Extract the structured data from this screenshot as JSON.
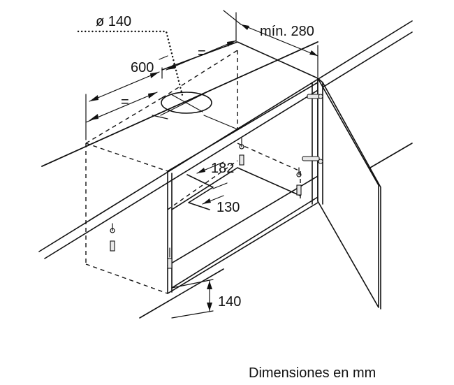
{
  "dimensions": {
    "duct_diameter": "ø 140",
    "min_depth": "mín. 280",
    "width": "600",
    "equal_left": "=",
    "equal_right": "=",
    "cutout_depth": "182",
    "cutout_width": "130",
    "height": "140"
  },
  "caption": "Dimensiones en mm"
}
